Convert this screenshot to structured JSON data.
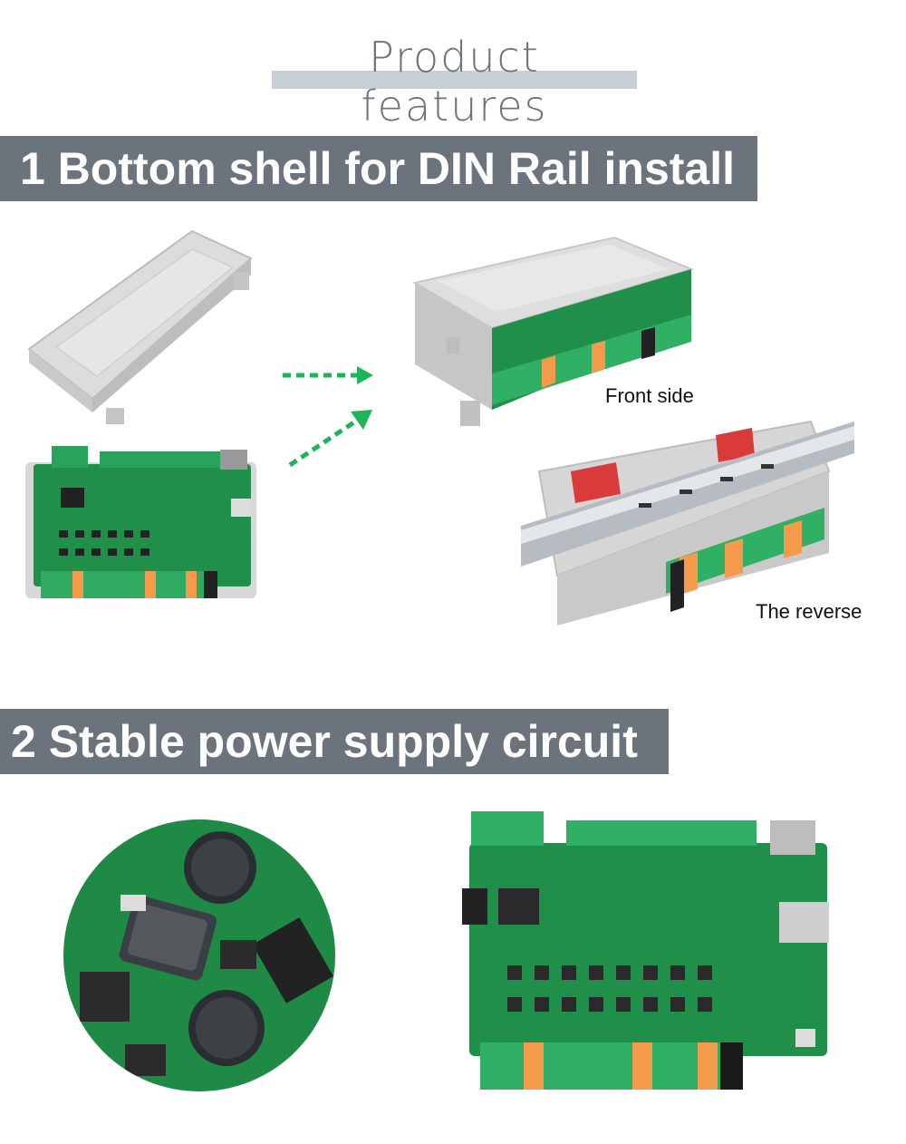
{
  "heading": "Product features",
  "sections": [
    {
      "title": "1 Bottom shell for DIN Rail install"
    },
    {
      "title": "2 Stable power supply circuit"
    }
  ],
  "captions": {
    "front": "Front side",
    "reverse": "The reverse"
  },
  "colors": {
    "banner": "#6b747d",
    "heading_text": "#6c737b",
    "heading_bar": "#c9cfd6",
    "pcb_green": "#1f8f4a",
    "arrow_green": "#1fb45a",
    "terminal_orange": "#f59a4a"
  }
}
